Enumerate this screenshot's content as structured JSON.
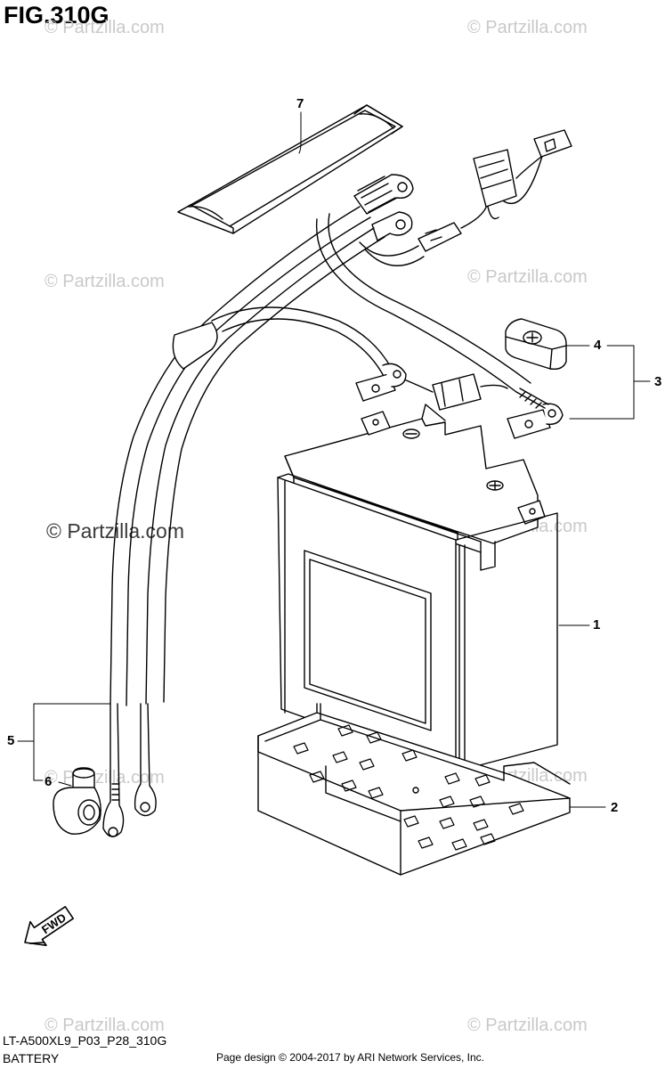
{
  "figure": {
    "title": "FIG.310G"
  },
  "watermark": {
    "text": "© Partzilla.com",
    "color": "#c9c9c9"
  },
  "callouts": [
    {
      "id": "1",
      "label": "1"
    },
    {
      "id": "2",
      "label": "2"
    },
    {
      "id": "3",
      "label": "3"
    },
    {
      "id": "4",
      "label": "4"
    },
    {
      "id": "5",
      "label": "5"
    },
    {
      "id": "6",
      "label": "6"
    },
    {
      "id": "7",
      "label": "7"
    }
  ],
  "direction_indicator": {
    "label": "FWD",
    "icon": "forward-arrow-icon"
  },
  "footer": {
    "diagram_code": "LT-A500XL9_P03_P28_310G",
    "section_name": "BATTERY",
    "credit": "Page design © 2004-2017 by ARI Network Services, Inc."
  }
}
